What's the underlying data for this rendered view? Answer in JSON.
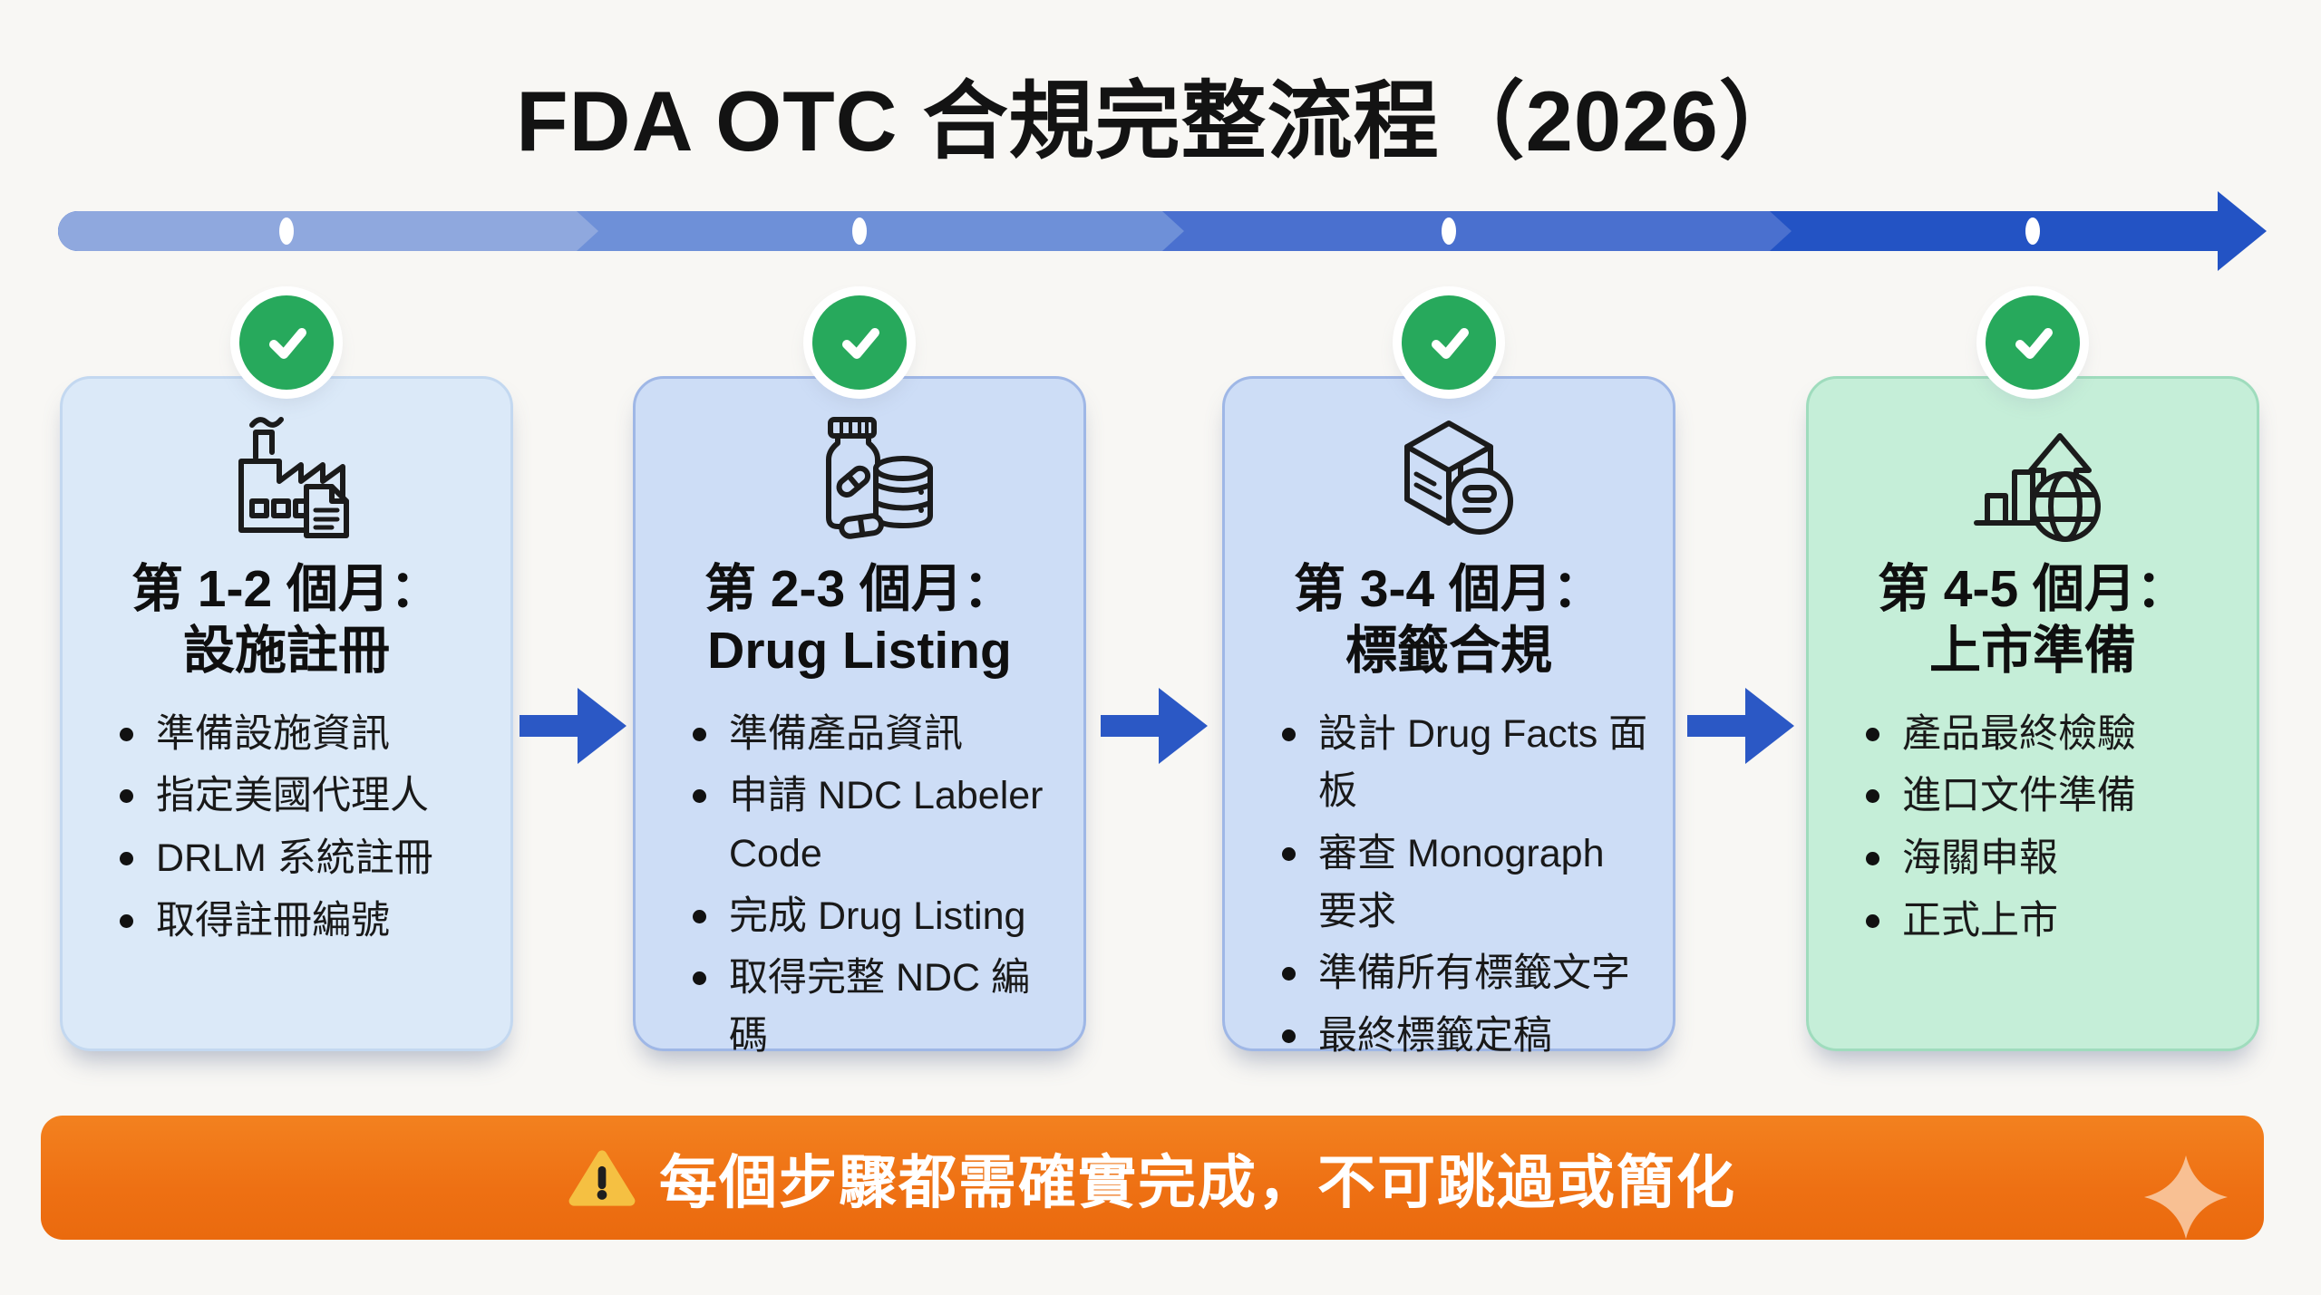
{
  "title": "FDA OTC 合規完整流程（2026）",
  "timeline": {
    "milestone_dots": 4,
    "segment_colors": [
      "#8fa8de",
      "#6e90d8",
      "#4a70cf",
      "#2353c4"
    ]
  },
  "steps": [
    {
      "icon": "factory-document-icon",
      "status_icon": "check-circle-icon",
      "period": "第 1-2 個月：",
      "name": "設施註冊",
      "items": [
        "準備設施資訊",
        "指定美國代理人",
        "DRLM 系統註冊",
        "取得註冊編號"
      ],
      "bg_color": "#dbe9f8",
      "border_color": "#c3d8f0"
    },
    {
      "icon": "pill-bottle-database-icon",
      "status_icon": "check-circle-icon",
      "period": "第 2-3 個月：",
      "name": "Drug Listing",
      "items": [
        "準備產品資訊",
        "申請 NDC Labeler Code",
        "完成 Drug Listing",
        "取得完整 NDC 編碼"
      ],
      "bg_color": "#cdddf6",
      "border_color": "#9fb7e6"
    },
    {
      "icon": "package-label-icon",
      "status_icon": "check-circle-icon",
      "period": "第 3-4 個月：",
      "name": "標籤合規",
      "items": [
        "設計 Drug Facts 面板",
        "審查 Monograph 要求",
        "準備所有標籤文字",
        "最終標籤定稿"
      ],
      "bg_color": "#cdddf6",
      "border_color": "#9fb7e6"
    },
    {
      "icon": "growth-globe-icon",
      "status_icon": "check-circle-icon",
      "period": "第 4-5 個月：",
      "name": "上市準備",
      "items": [
        "產品最終檢驗",
        "進口文件準備",
        "海關申報",
        "正式上市"
      ],
      "bg_color": "#c5eed8",
      "border_color": "#9fdcbd"
    }
  ],
  "flow_arrow_color": "#2b58c5",
  "check_color": "#27a95c",
  "banner": {
    "icon": "warning-icon",
    "text": "每個步驟都需確實完成，不可跳過或簡化",
    "bg_color": "#ee7013",
    "sparkle_color": "#f8c79e"
  }
}
